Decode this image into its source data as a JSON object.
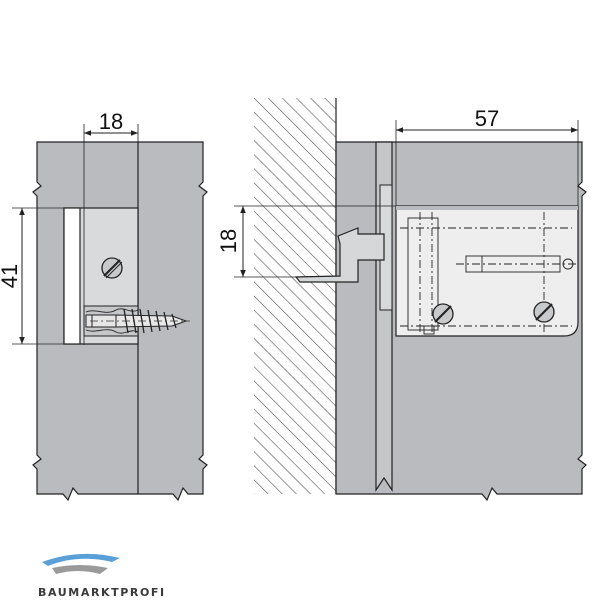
{
  "dimensions": {
    "left_width": "18",
    "left_height": "41",
    "right_height": "18",
    "right_width": "57"
  },
  "logo": {
    "text": "BAUMARKTPROFI",
    "colors": {
      "top": "#5aa0d8",
      "bottom": "#9a9a9a"
    }
  },
  "colors": {
    "panel": "#b9bbbe",
    "panel_light": "#d0d2d4",
    "line": "#222222",
    "hatch": "#444444",
    "dashdot": "#333333"
  }
}
